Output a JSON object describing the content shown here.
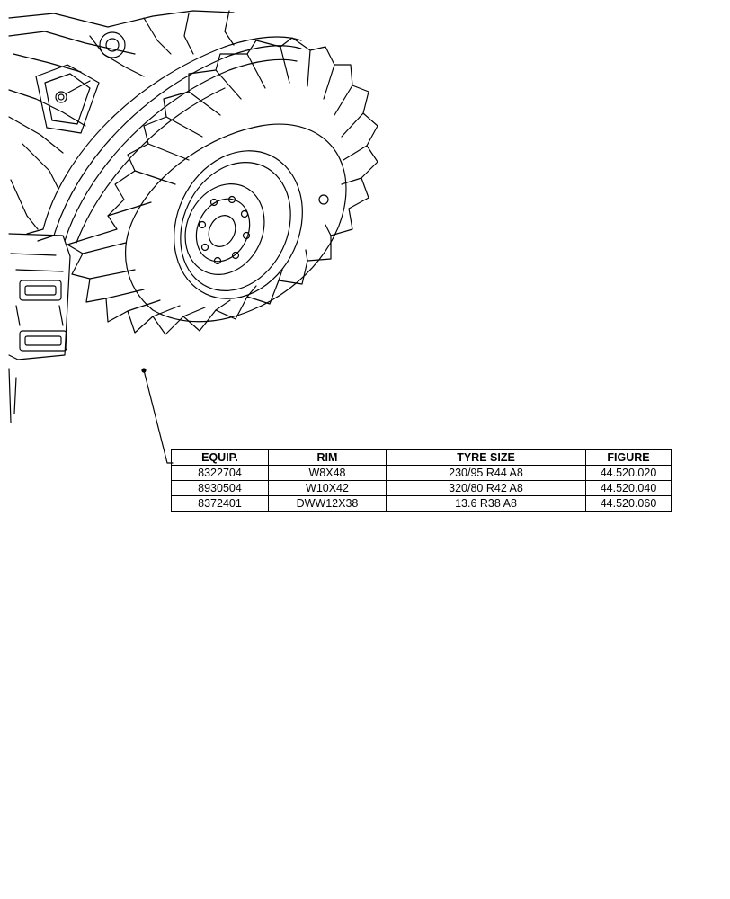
{
  "parts_table": {
    "headers": [
      "EQUIP.",
      "RIM",
      "TYRE SIZE",
      "FIGURE"
    ],
    "rows": [
      [
        "8322704",
        "W8X48",
        "230/95 R44 A8",
        "44.520.020"
      ],
      [
        "8930504",
        "W10X42",
        "320/80 R42 A8",
        "44.520.040"
      ],
      [
        "8372401",
        "DWW12X38",
        "13.6 R38 A8",
        "44.520.060"
      ]
    ]
  },
  "illustration": {
    "subject": "tractor-rear-wheel",
    "colors": {
      "line": "#000000",
      "background": "#ffffff"
    }
  }
}
